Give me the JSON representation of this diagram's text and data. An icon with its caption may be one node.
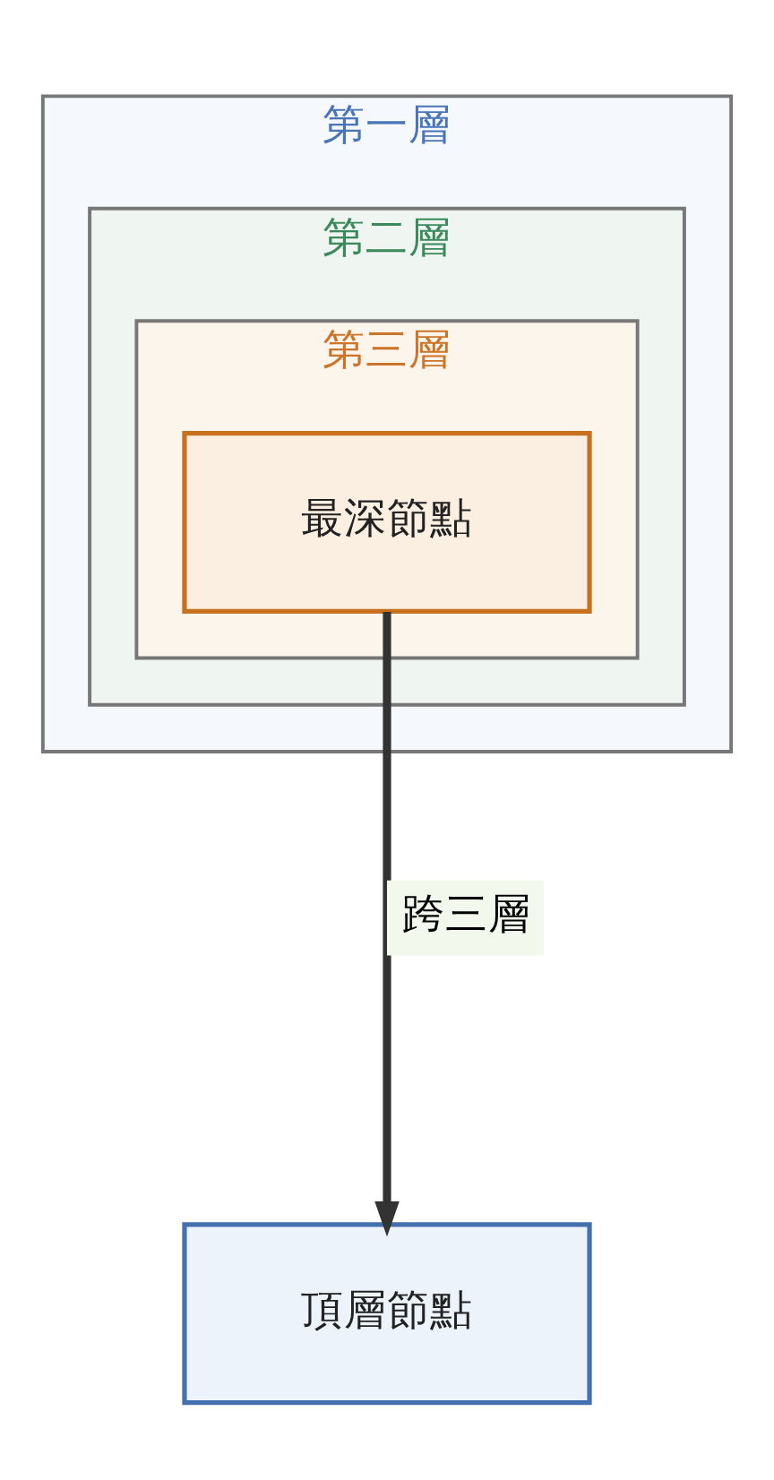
{
  "diagram": {
    "nodes": [
      {
        "text": [
          "第一層"
        ]
      },
      {
        "text": [
          "第二層"
        ],
        "in": 0
      },
      {
        "text": [
          "第三層"
        ],
        "in": 1
      },
      {
        "text": [
          "最深節點"
        ],
        "in": 2
      },
      {
        "text": [
          "頂層節點"
        ]
      }
    ],
    "edges": [
      {
        "from": 3,
        "to": 4,
        "arrow": "to",
        "label": "跨三層"
      }
    ]
  }
}
